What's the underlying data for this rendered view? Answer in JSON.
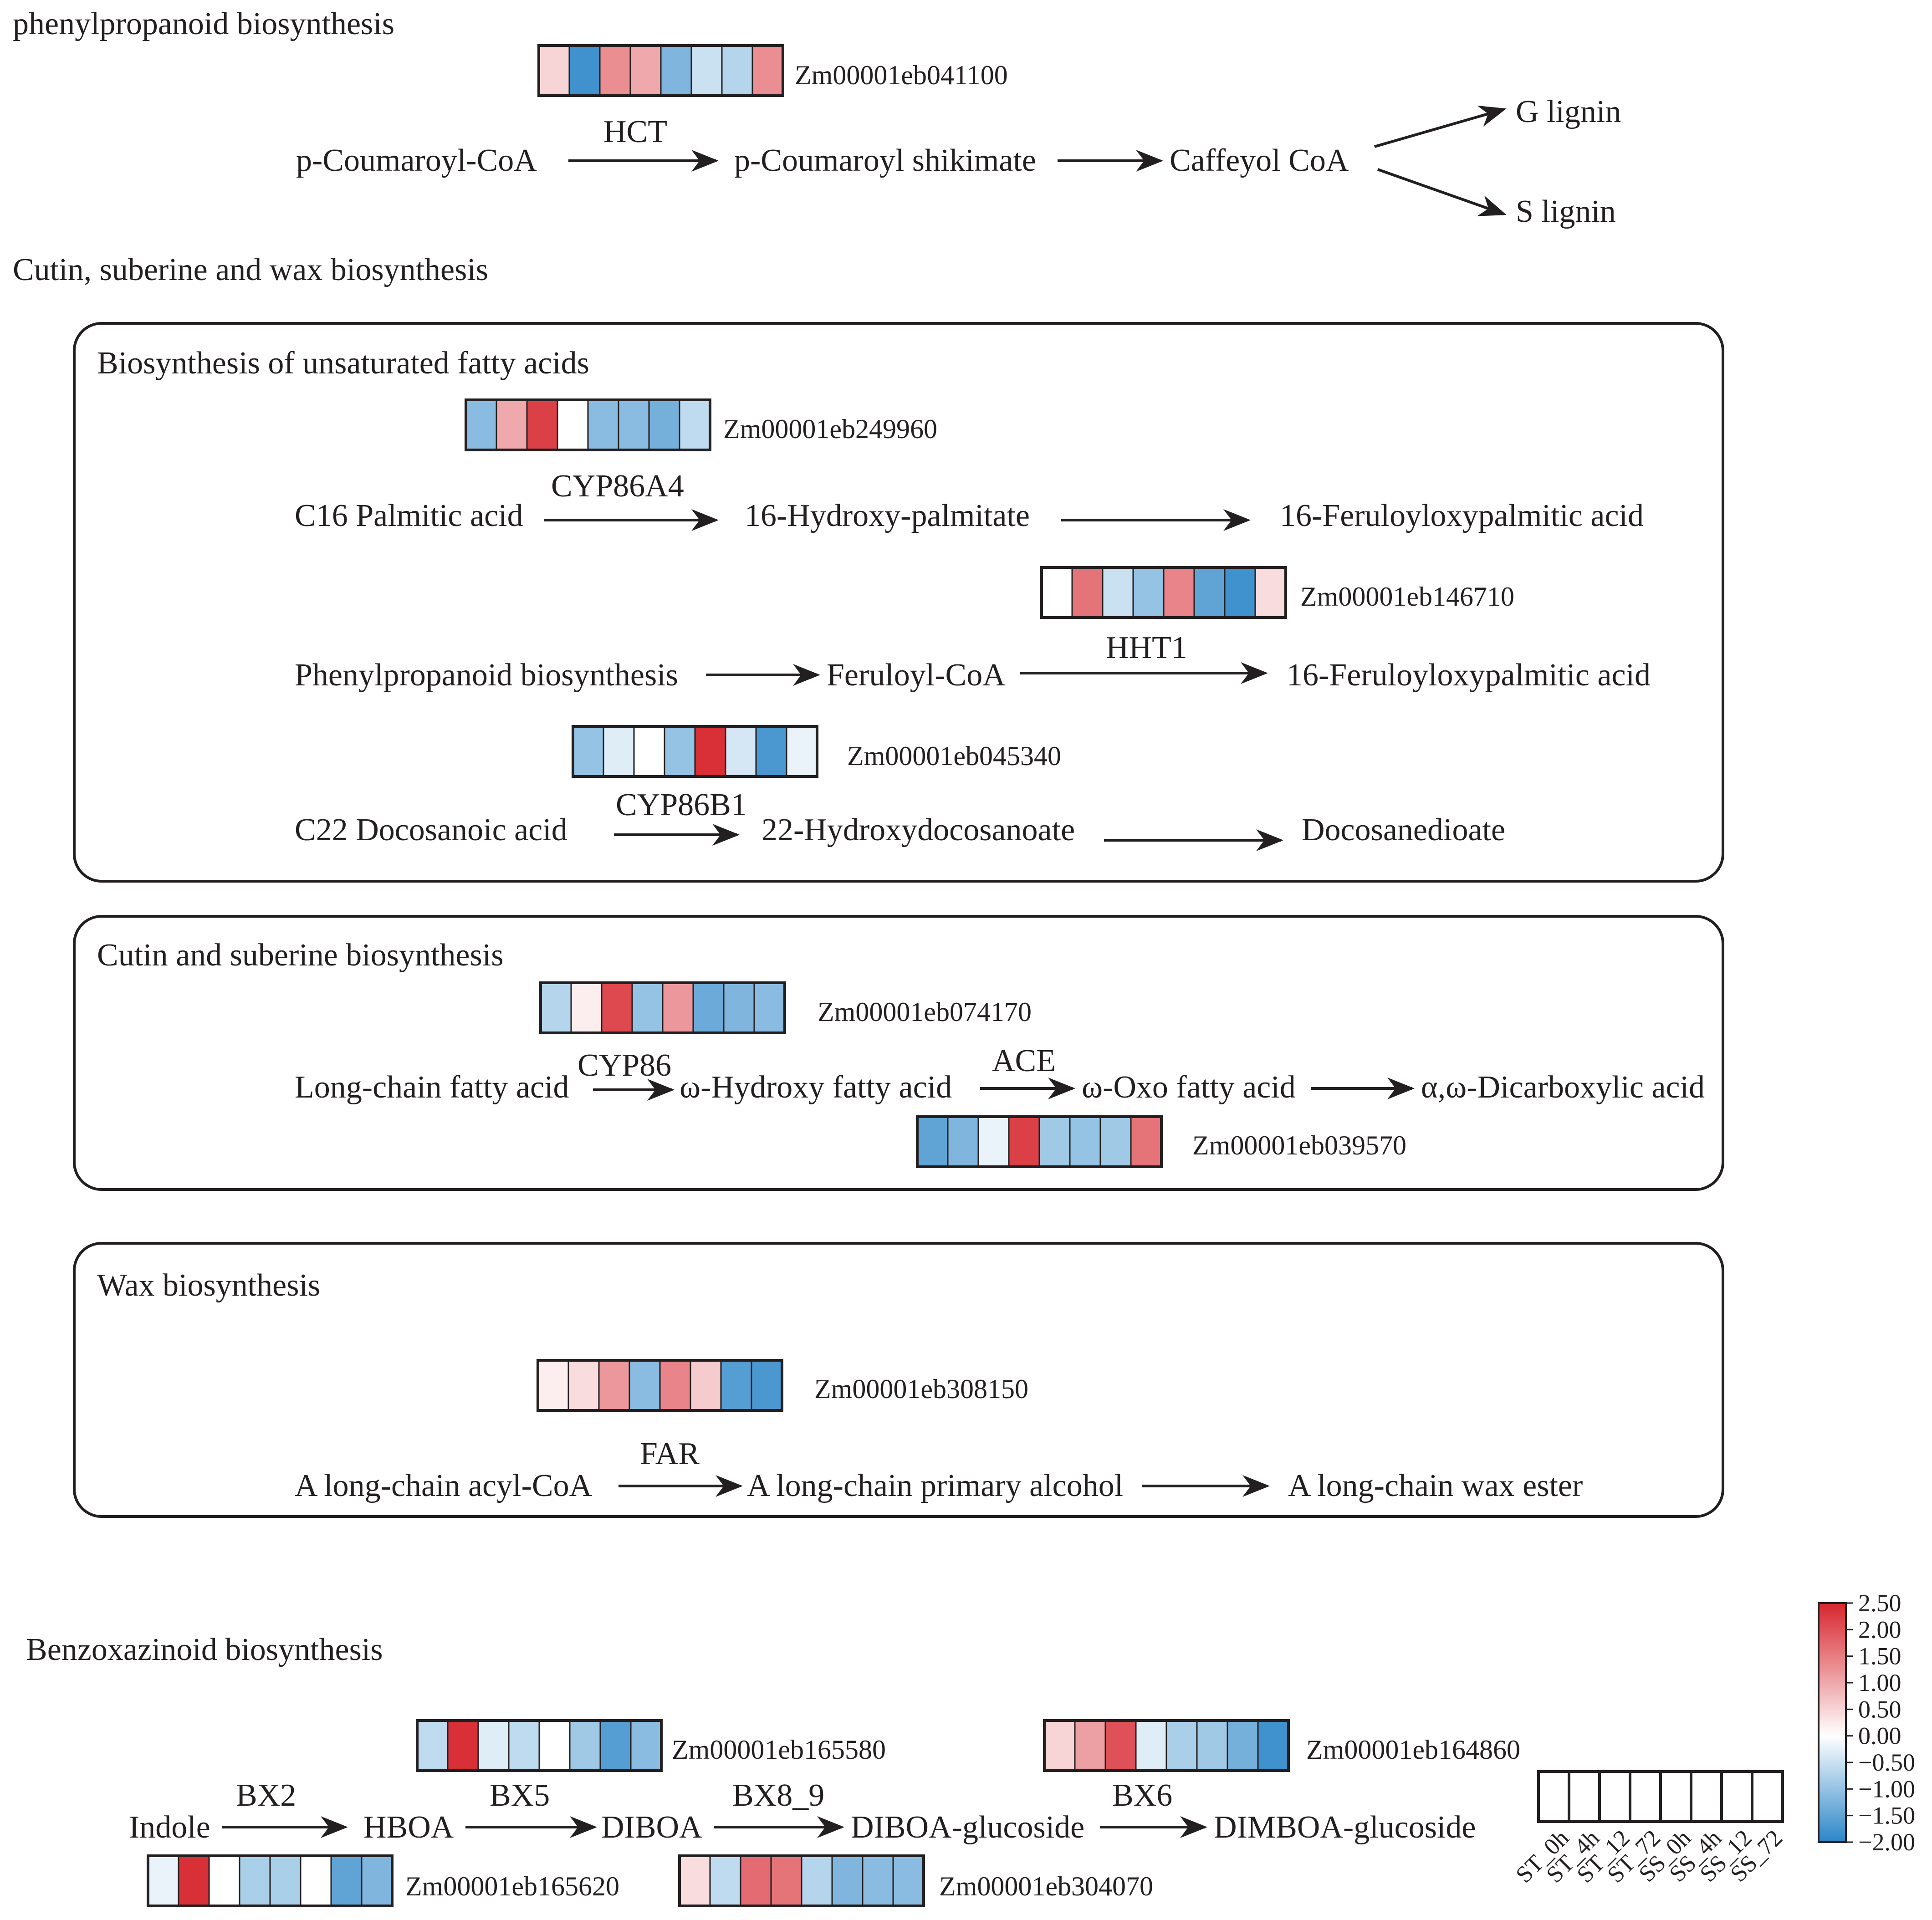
{
  "colors": {
    "high": "#d7262e",
    "mid": "#ffffff",
    "low": "#2b86c8",
    "stroke": "#231f20"
  },
  "sections": {
    "phenyl": "phenylpropanoid biosynthesis",
    "cutin": "Cutin, suberine and wax biosynthesis",
    "benzox": "Benzoxazinoid biosynthesis"
  },
  "boxes": {
    "ufa": "Biosynthesis of unsaturated fatty acids",
    "cs": "Cutin and suberine biosynthesis",
    "wax": "Wax biosynthesis"
  },
  "nodes": {
    "pcoa": "p-Coumaroyl-CoA",
    "pcs": "p-Coumaroyl shikimate",
    "caf": "Caffeyol CoA",
    "glig": "G lignin",
    "slig": "S lignin",
    "c16": "C16 Palmitic acid",
    "h16": "16-Hydroxy-palmitate",
    "fer1": "16-Feruloyloxypalmitic acid",
    "pbs": "Phenylpropanoid biosynthesis",
    "fcoa": "Feruloyl-CoA",
    "fer2": "16-Feruloyloxypalmitic acid",
    "c22": "C22 Docosanoic acid",
    "h22": "22-Hydroxydocosanoate",
    "doc": "Docosanedioate",
    "lcfa": "Long-chain fatty acid",
    "whfa": "ω-Hydroxy fatty acid",
    "wofa": "ω-Oxo fatty acid",
    "dca": "α,ω-Dicarboxylic acid",
    "acyl": "A long-chain acyl-CoA",
    "alc": "A long-chain primary alcohol",
    "ester": "A long-chain wax ester",
    "indole": "Indole",
    "hboa": "HBOA",
    "diboa": "DIBOA",
    "diboag": "DIBOA-glucoside",
    "dimboag": "DIMBOA-glucoside"
  },
  "enzymes": {
    "hct": "HCT",
    "cyp86a4": "CYP86A4",
    "hht1": "HHT1",
    "cyp86b1": "CYP86B1",
    "cyp86": "CYP86",
    "ace": "ACE",
    "far": "FAR",
    "bx2": "BX2",
    "bx5": "BX5",
    "bx8": "BX8_9",
    "bx6": "BX6"
  },
  "heatmaps": [
    {
      "gene": "Zm00001eb041100",
      "values": [
        0.5,
        -1.8,
        1.3,
        1.0,
        -1.2,
        -0.5,
        -0.7,
        1.3
      ]
    },
    {
      "gene": "Zm00001eb249960",
      "values": [
        -1.1,
        1.0,
        2.2,
        0.0,
        -1.1,
        -1.1,
        -1.3,
        -0.6
      ]
    },
    {
      "gene": "Zm00001eb146710",
      "values": [
        0.0,
        1.6,
        -0.5,
        -1.0,
        1.4,
        -1.5,
        -1.8,
        0.4
      ]
    },
    {
      "gene": "Zm00001eb045340",
      "values": [
        -1.0,
        -0.3,
        0.0,
        -1.0,
        2.4,
        -0.4,
        -1.7,
        -0.2
      ]
    },
    {
      "gene": "Zm00001eb074170",
      "values": [
        -0.7,
        0.2,
        2.1,
        -1.0,
        1.2,
        -1.4,
        -1.2,
        -1.1
      ]
    },
    {
      "gene": "Zm00001eb039570",
      "values": [
        -1.5,
        -1.2,
        -0.2,
        2.2,
        -0.9,
        -1.0,
        -0.9,
        1.6
      ]
    },
    {
      "gene": "Zm00001eb308150",
      "values": [
        0.2,
        0.4,
        1.2,
        -1.1,
        1.4,
        0.6,
        -1.6,
        -1.7
      ]
    },
    {
      "gene": "Zm00001eb165580",
      "values": [
        -0.6,
        2.4,
        -0.3,
        -0.6,
        0.0,
        -0.9,
        -1.6,
        -1.1
      ]
    },
    {
      "gene": "Zm00001eb164860",
      "values": [
        0.5,
        1.1,
        2.0,
        -0.3,
        -0.8,
        -0.9,
        -1.3,
        -1.8
      ]
    },
    {
      "gene": "Zm00001eb165620",
      "values": [
        -0.2,
        2.4,
        0.0,
        -0.8,
        -0.8,
        0.0,
        -1.5,
        -1.2
      ]
    },
    {
      "gene": "Zm00001eb304070",
      "values": [
        0.4,
        -0.6,
        1.7,
        1.6,
        -0.7,
        -1.2,
        -1.1,
        -1.1
      ]
    }
  ],
  "legend": {
    "ticks": [
      "2.50",
      "2.00",
      "1.50",
      "1.00",
      "0.50",
      "0.00",
      "−0.50",
      "−1.00",
      "−1.50",
      "−2.00"
    ],
    "max": 2.5,
    "min": -2.0,
    "samples": [
      "ST_0h",
      "ST_4h",
      "ST_12",
      "ST_72",
      "SS_0h",
      "SS_4h",
      "SS_12",
      "SS_72"
    ]
  }
}
